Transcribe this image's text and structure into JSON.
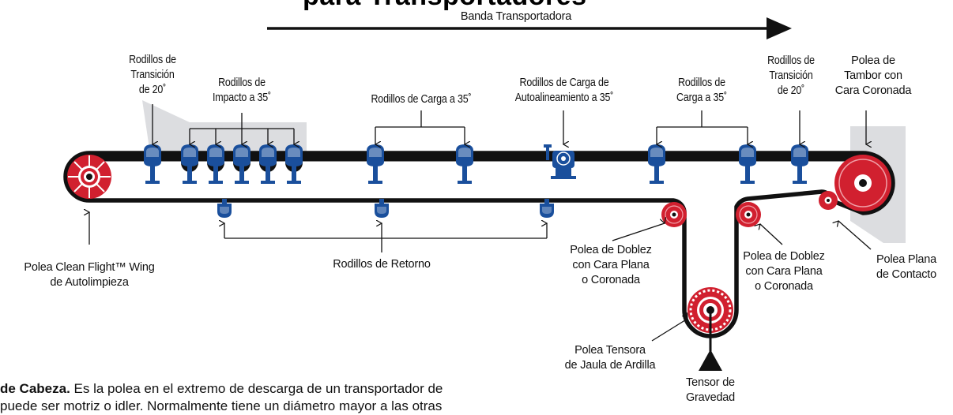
{
  "title_fragment": "para Transportadores",
  "belt_direction_label": "Banda Transportadora",
  "labels": {
    "transition_left": [
      "Rodillos de",
      "Transición",
      "de 20˚"
    ],
    "impact": [
      "Rodillos de",
      "Impacto a 35˚"
    ],
    "carry_mid": [
      "Rodillos de Carga a 35˚"
    ],
    "self_align": [
      "Rodillos de Carga de",
      "Autoalineamiento a 35˚"
    ],
    "carry_right": [
      "Rodillos de",
      "Carga a 35˚"
    ],
    "transition_right": [
      "Rodillos de",
      "Transición",
      "de 20˚"
    ],
    "head_pulley": [
      "Polea de",
      "Tambor con",
      "Cara Coronada"
    ],
    "wing_pulley": [
      "Polea Clean Flight™ Wing",
      "de Autolimpieza"
    ],
    "return_rollers": [
      "Rodillos de Retorno"
    ],
    "bend_left": [
      "Polea de Doblez",
      "con Cara Plana",
      "o Coronada"
    ],
    "bend_right": [
      "Polea de Doblez",
      "con Cara Plana",
      "o Coronada"
    ],
    "snub_pulley": [
      "Polea Plana",
      "de Contacto"
    ],
    "squirrel_cage": [
      "Polea Tensora",
      "de Jaula de Ardilla"
    ],
    "gravity_takeup": [
      "Tensor de",
      "Gravedad"
    ]
  },
  "paragraph": {
    "bold_part": "de Cabeza.",
    "line1_rest": " Es la polea en el extremo de descarga de un transportador de",
    "line2": "puede ser motriz o idler. Normalmente tiene un diámetro mayor a las otras"
  },
  "colors": {
    "pulley_red": "#d1202f",
    "roller_blue": "#1a4f9c",
    "belt": "#111111",
    "shade_gray": "#dcdde0"
  }
}
